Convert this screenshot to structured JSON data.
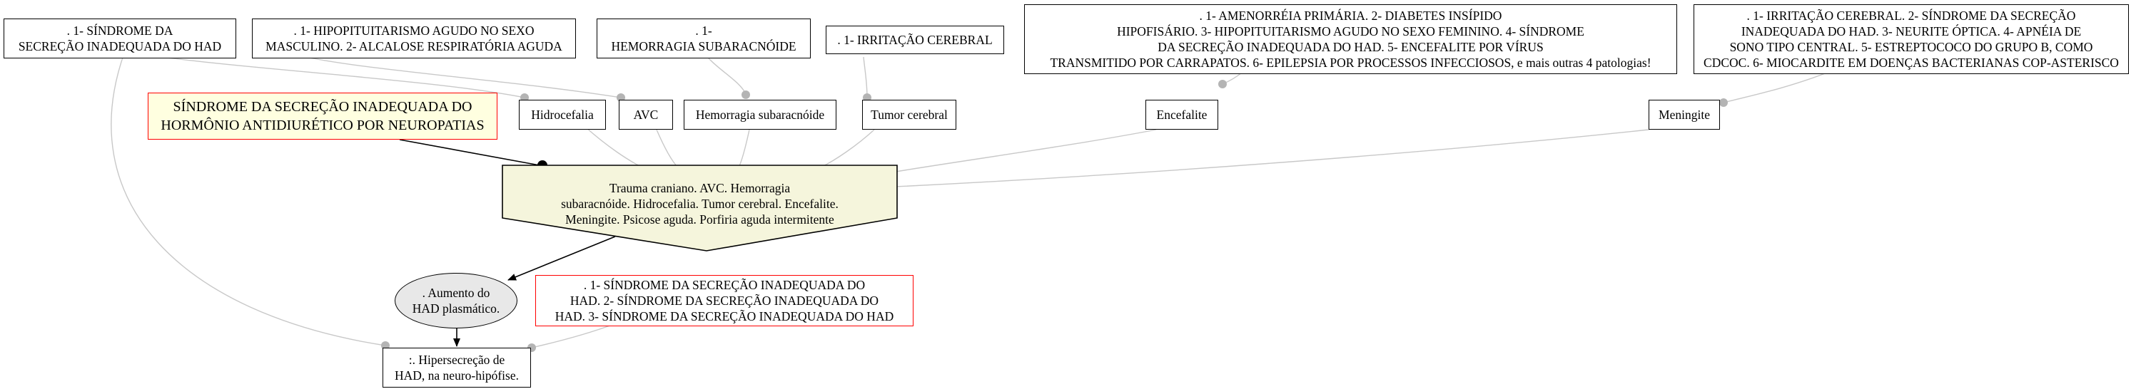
{
  "nodes": {
    "top_siadh": ". 1- SÍNDROME DA\nSECREÇÃO INADEQUADA DO HAD",
    "top_hipopit": ". 1- HIPOPITUITARISMO AGUDO NO SEXO\nMASCULINO. 2- ALCALOSE RESPIRATÓRIA AGUDA",
    "top_hemorragia": ". 1-\nHEMORRAGIA SUBARACNÓIDE",
    "top_irritacao": ". 1- IRRITAÇÃO CEREBRAL",
    "top_amenorreia": ". 1- AMENORRÉIA PRIMÁRIA. 2- DIABETES INSÍPIDO\nHIPOFISÁRIO. 3- HIPOPITUITARISMO AGUDO NO SEXO FEMININO. 4- SÍNDROME\nDA SECREÇÃO INADEQUADA DO HAD. 5- ENCEFALITE POR VÍRUS\nTRANSMITIDO POR CARRAPATOS. 6- EPILEPSIA POR PROCESSOS INFECCIOSOS, e mais outras 4 patologias!",
    "top_irritacao2": ". 1- IRRITAÇÃO CEREBRAL. 2- SÍNDROME DA SECREÇÃO\nINADEQUADA DO HAD. 3- NEURITE ÓPTICA. 4- APNÉIA DE\nSONO TIPO CENTRAL. 5- ESTREPTOCOCO DO GRUPO B, COMO\nCDCOC. 6- MIOCARDITE EM DOENÇAS BACTERIANAS COP-ASTERISCO",
    "siadh_neuro": "SÍNDROME DA SECREÇÃO INADEQUADA DO\nHORMÔNIO ANTIDIURÉTICO POR NEUROPATIAS",
    "hidrocefalia": "Hidrocefalia",
    "avc": "AVC",
    "hemorragia": "Hemorragia subaracnóide",
    "tumor": "Tumor cerebral",
    "encefalite": "Encefalite",
    "meningite": "Meningite",
    "center": "Trauma craniano. AVC. Hemorragia\nsubaracnóide. Hidrocefalia. Tumor cerebral. Encefalite.\nMeningite. Psicose aguda. Porfiria aguda intermitente",
    "aumento": ". Aumento do\nHAD plasmático.",
    "siadh_list": ". 1- SÍNDROME DA SECREÇÃO INADEQUADA DO\nHAD. 2- SÍNDROME DA SECREÇÃO INADEQUADA DO\nHAD. 3- SÍNDROME DA SECREÇÃO INADEQUADA DO HAD",
    "hipersecrecao": ":. Hipersecreção de\nHAD, na neuro-hipófise."
  }
}
